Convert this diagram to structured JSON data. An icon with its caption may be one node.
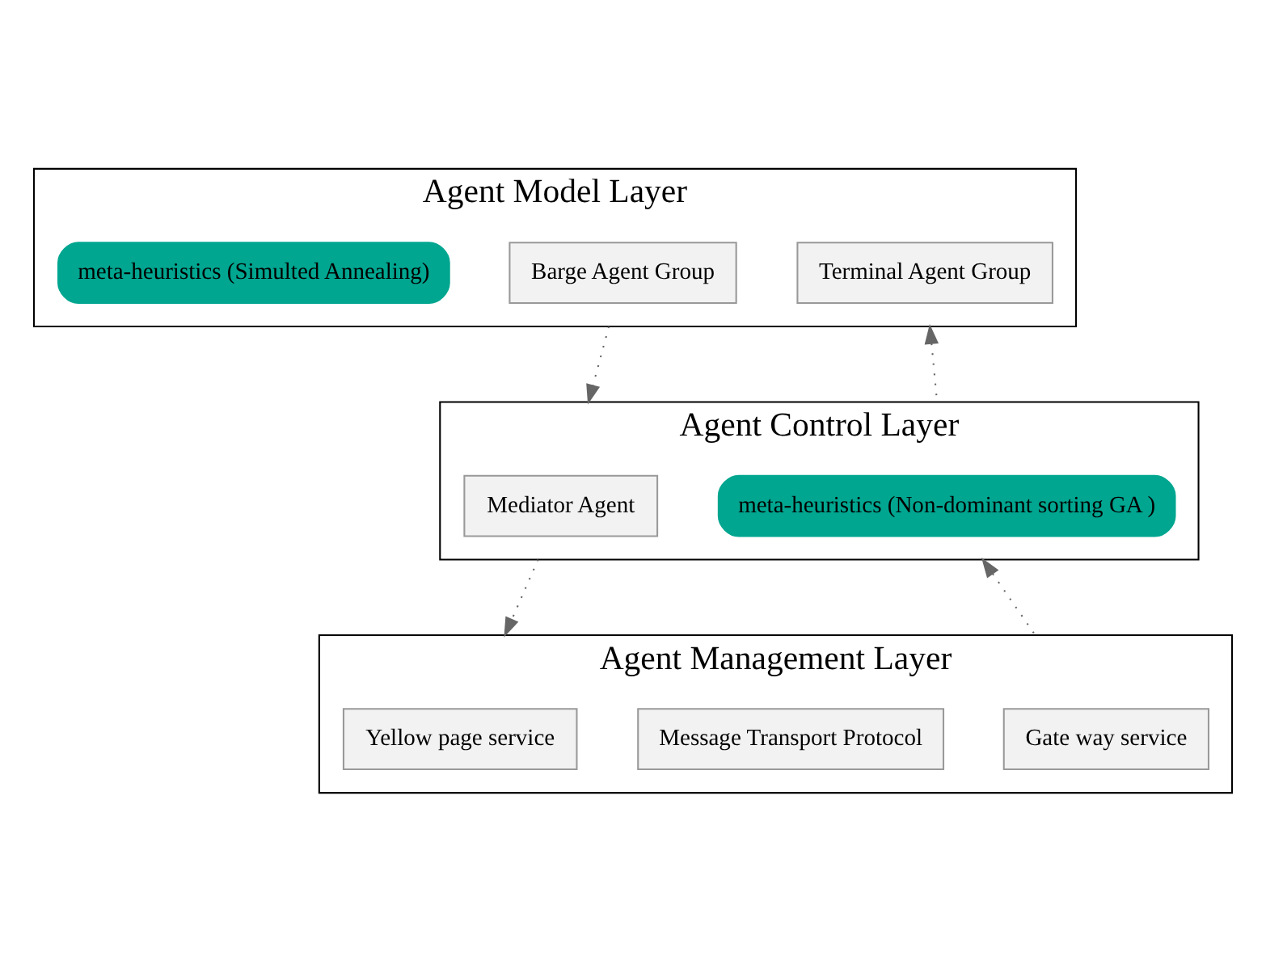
{
  "diagram": {
    "nodes": [
      {
        "text": [
          "Agent Model Layer"
        ]
      },
      {
        "text": [
          "meta-heuristics (Simulted Annealing)"
        ],
        "in": 0
      },
      {
        "text": [
          "Barge Agent Group"
        ],
        "in": 0
      },
      {
        "text": [
          "Terminal Agent Group"
        ],
        "in": 0
      },
      {
        "text": [
          "Agent Control Layer"
        ]
      },
      {
        "text": [
          "Mediator Agent"
        ],
        "in": 4
      },
      {
        "text": [
          "meta-heuristics (Non-dominant sorting GA )"
        ],
        "in": 4
      },
      {
        "text": [
          "Agent Management Layer"
        ]
      },
      {
        "text": [
          "Yellow page service"
        ],
        "in": 7
      },
      {
        "text": [
          "Message Transport Protocol"
        ],
        "in": 7
      },
      {
        "text": [
          "Gate way service"
        ],
        "in": 7
      }
    ],
    "edges": [
      {
        "from": 0,
        "to": 4,
        "arrow": "to",
        "style": "dashed"
      },
      {
        "from": 4,
        "to": 0,
        "arrow": "to",
        "style": "dashed"
      },
      {
        "from": 4,
        "to": 7,
        "arrow": "to",
        "style": "dashed"
      },
      {
        "from": 7,
        "to": 4,
        "arrow": "to",
        "style": "dashed"
      }
    ]
  }
}
